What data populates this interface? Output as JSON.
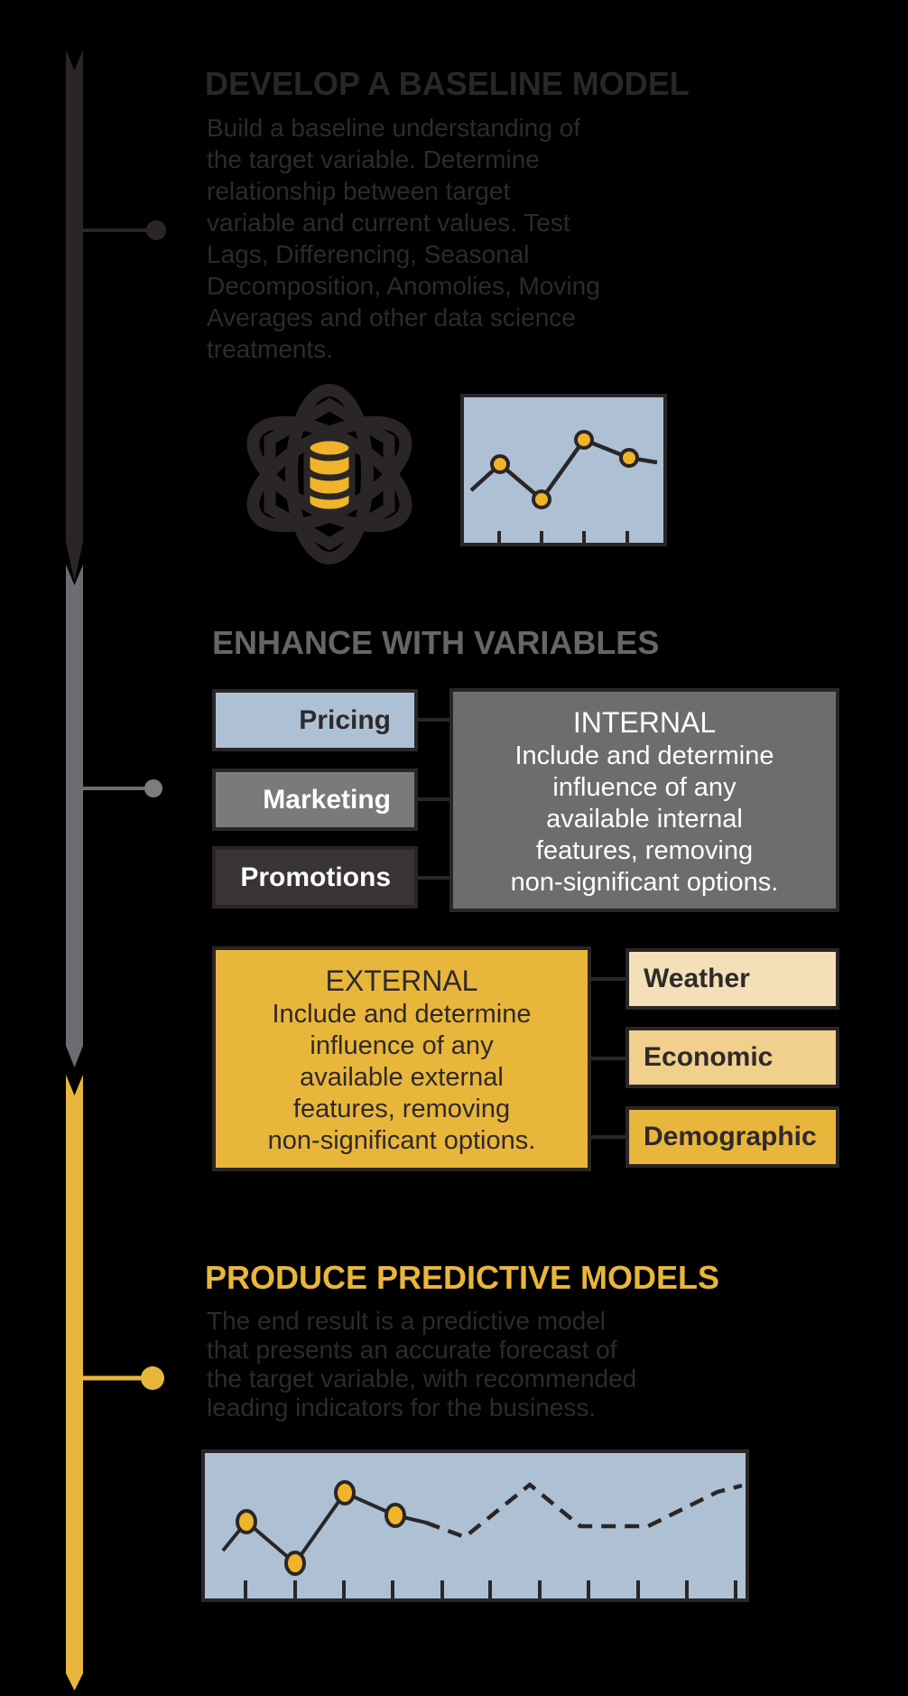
{
  "colors": {
    "background": "#000000",
    "near_black": "#2a2627",
    "dark_text": "#2e2a2b",
    "gray": "#6d6d70",
    "gray_heading": "#66666a",
    "gold": "#e9b63c",
    "marker_yellow": "#f0b42a",
    "light_blue": "#aec1d4",
    "cream": "#f3e0b8",
    "light_gold": "#f1cf8d",
    "white": "#ffffff"
  },
  "timeline": {
    "segments": [
      {
        "id": "stage-1",
        "color": "#2a2627"
      },
      {
        "id": "stage-2",
        "color": "#6d6d71"
      },
      {
        "id": "stage-3",
        "color": "#e9b63c"
      }
    ]
  },
  "section1": {
    "title": "DEVELOP A BASELINE MODEL",
    "body": "Build a baseline understanding of\nthe target variable. Determine\nrelationship between target\nvariable and current values. Test\nLags, Differencing, Seasonal\nDecomposition, Anomolies, Moving\nAverages  and other data science\ntreatments.",
    "icon": "atom-database-icon",
    "chart": {
      "type": "line",
      "style": "decorative, no axis labels",
      "series": [
        {
          "name": "baseline",
          "line": "solid",
          "marker": "yellow-circle",
          "points_rel": [
            [
              0,
              42
            ],
            [
              19,
              60
            ],
            [
              39,
              36
            ],
            [
              60,
              76
            ],
            [
              82,
              64
            ],
            [
              96,
              61
            ]
          ]
        }
      ],
      "x_ticks": 4,
      "background": "#aec1d4"
    }
  },
  "section2": {
    "title": "ENHANCE WITH VARIABLES",
    "internal_inputs": [
      {
        "label": "Pricing"
      },
      {
        "label": "Marketing"
      },
      {
        "label": "Promotions"
      }
    ],
    "internal_panel": {
      "heading": "INTERNAL",
      "body": "Include and determine\ninfluence of any\navailable internal\nfeatures, removing\nnon-significant options."
    },
    "external_panel": {
      "heading": "EXTERNAL",
      "body": "Include and determine\ninfluence of any\navailable external\nfeatures, removing\nnon-significant options."
    },
    "external_inputs": [
      {
        "label": "Weather"
      },
      {
        "label": "Economic"
      },
      {
        "label": "Demographic"
      }
    ]
  },
  "section3": {
    "title": "PRODUCE PREDICTIVE MODELS",
    "body": "The end result is a predictive model\nthat presents an accurate forecast of\nthe target variable, with recommended\nleading indicators for the business.",
    "chart": {
      "type": "line",
      "style": "decorative, history solid with yellow markers, forecast dashed",
      "series": [
        {
          "name": "actuals",
          "line": "solid",
          "marker": "yellow-circle",
          "points_rel": [
            [
              0,
              33
            ],
            [
              8,
              53
            ],
            [
              17,
              25
            ],
            [
              26,
              72
            ],
            [
              35,
              57
            ],
            [
              41,
              52
            ]
          ]
        },
        {
          "name": "forecast",
          "line": "dashed",
          "marker": "none",
          "points_rel": [
            [
              41,
              52
            ],
            [
              48,
              42
            ],
            [
              60,
              78
            ],
            [
              69,
              50
            ],
            [
              82,
              50
            ],
            [
              94,
              73
            ],
            [
              99,
              77
            ]
          ]
        }
      ],
      "x_ticks": 11,
      "background": "#aec1d4"
    }
  }
}
